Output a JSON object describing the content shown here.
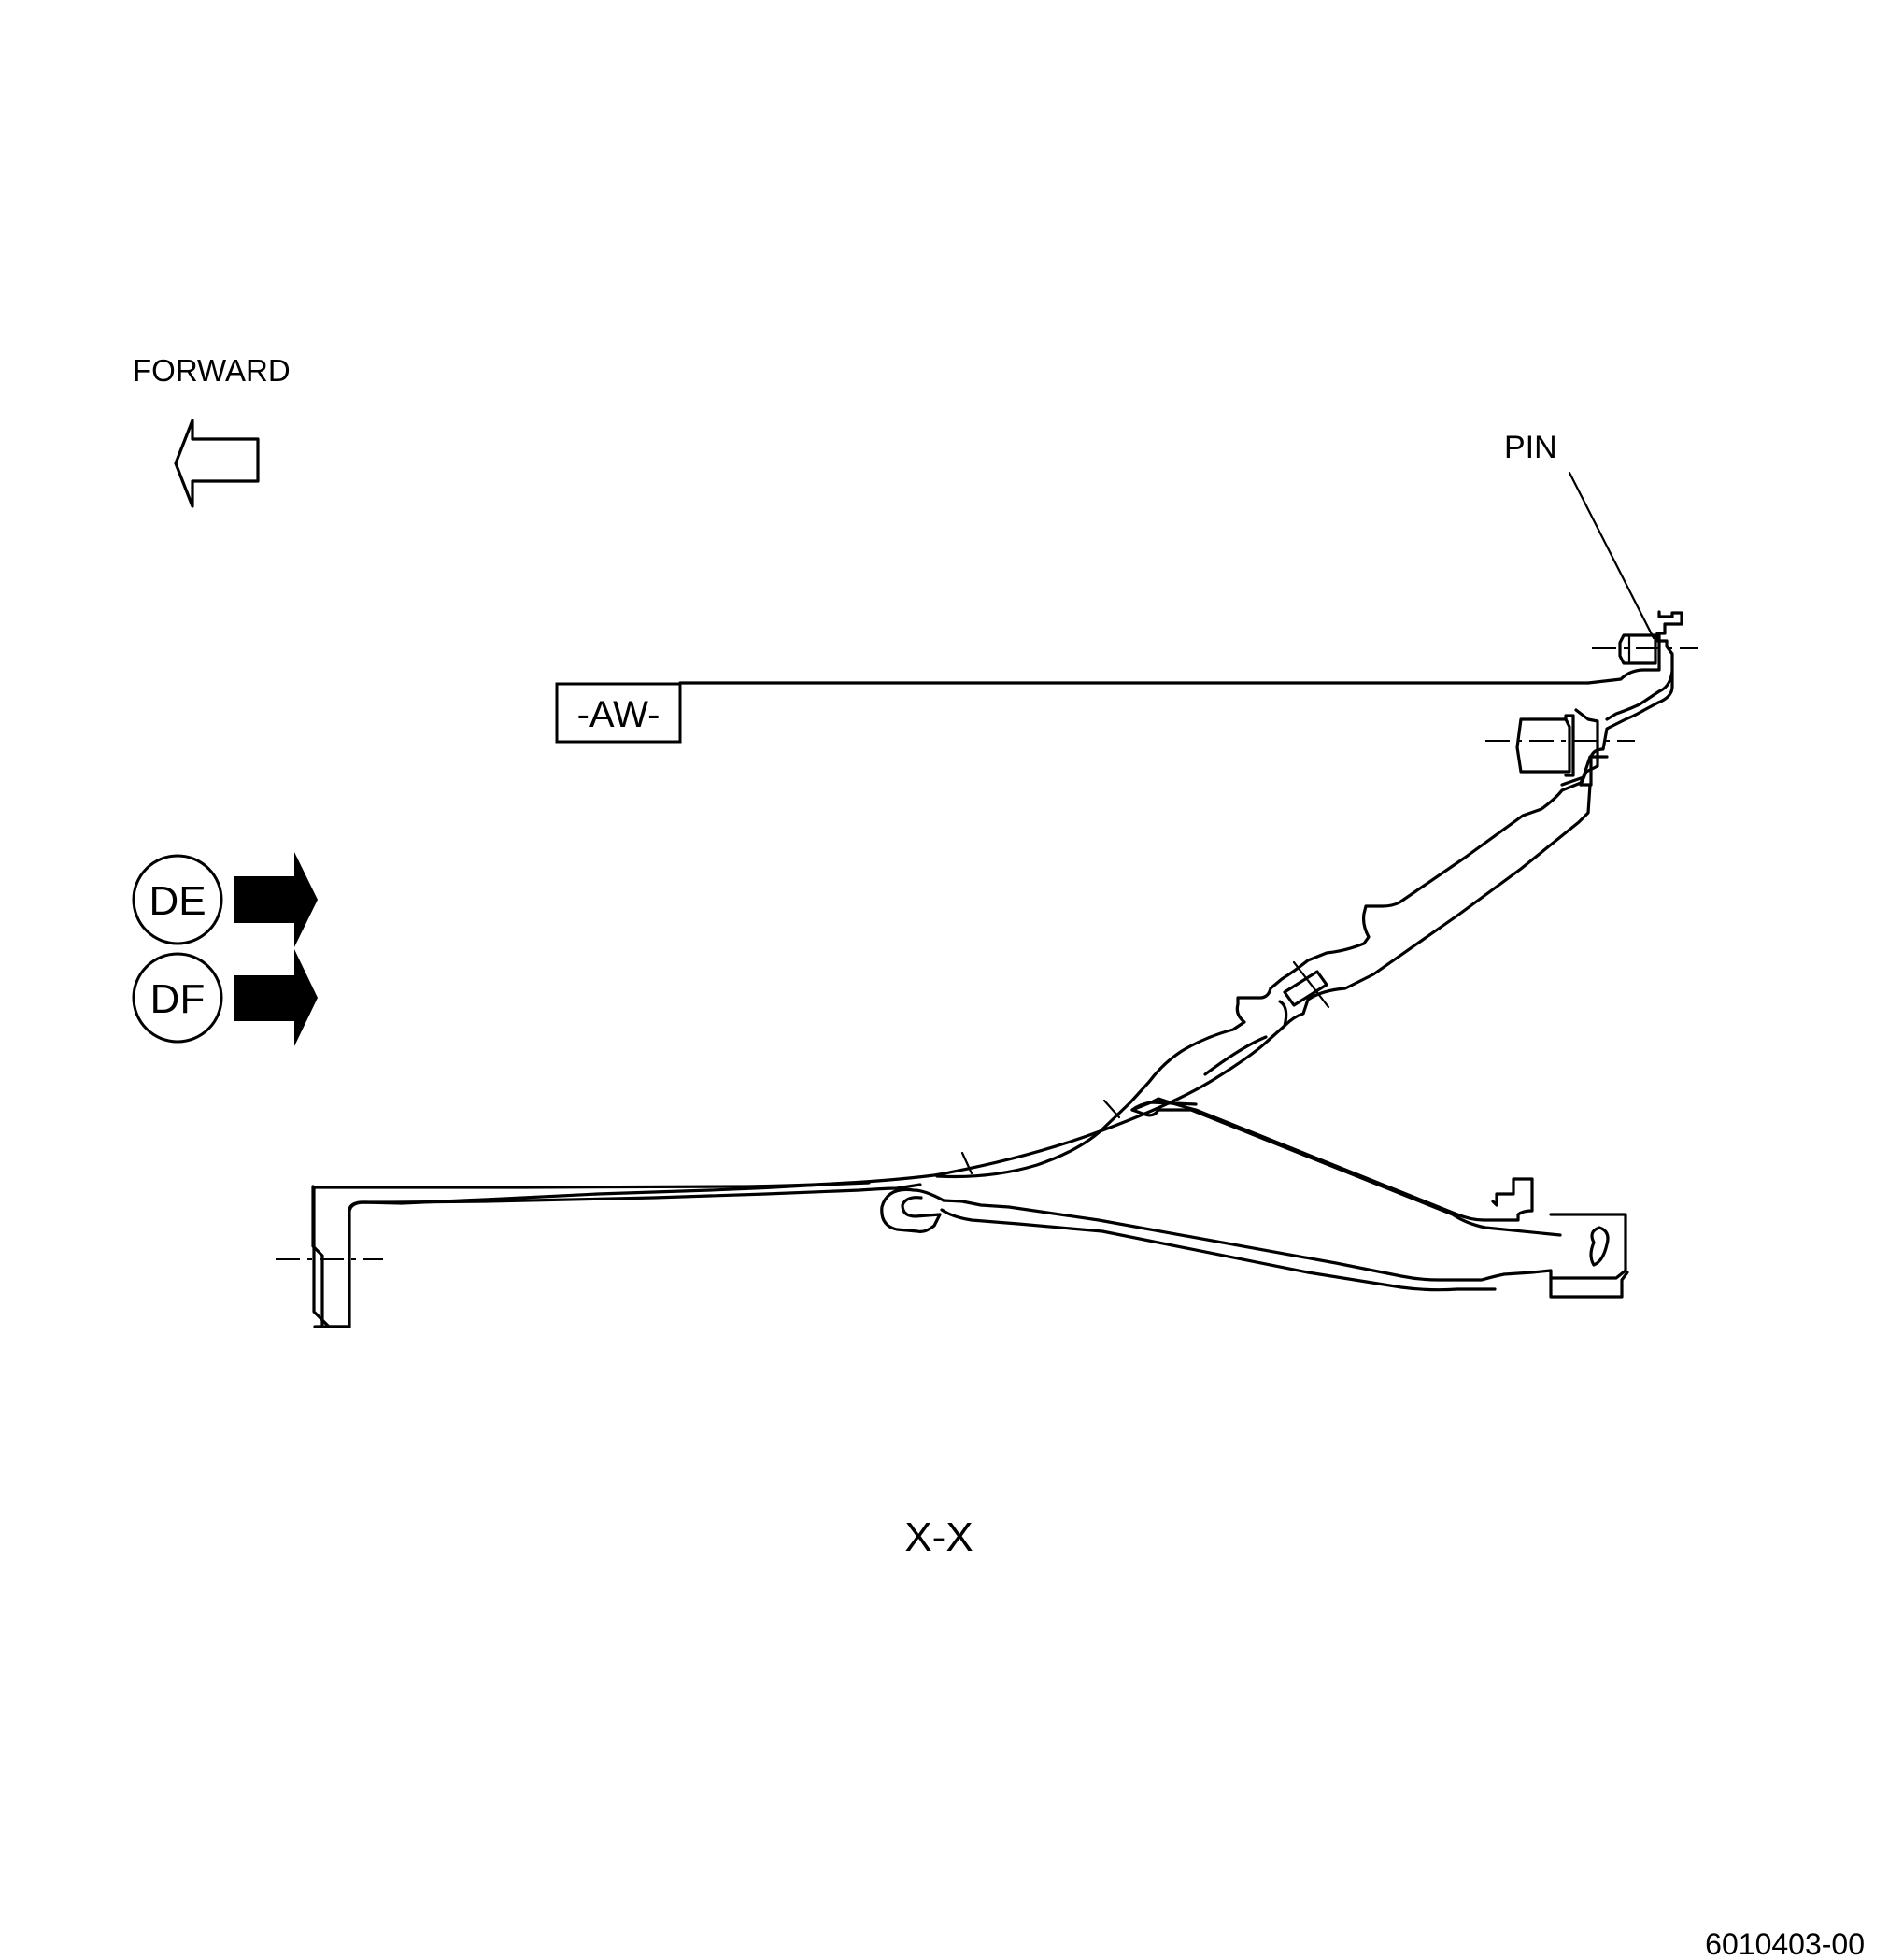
{
  "labels": {
    "forward": "FORWARD",
    "pin": "PIN",
    "datum": "-AW-",
    "view_de": "DE",
    "view_df": "DF",
    "section": "X-X",
    "figure_number": "6010403-00"
  }
}
